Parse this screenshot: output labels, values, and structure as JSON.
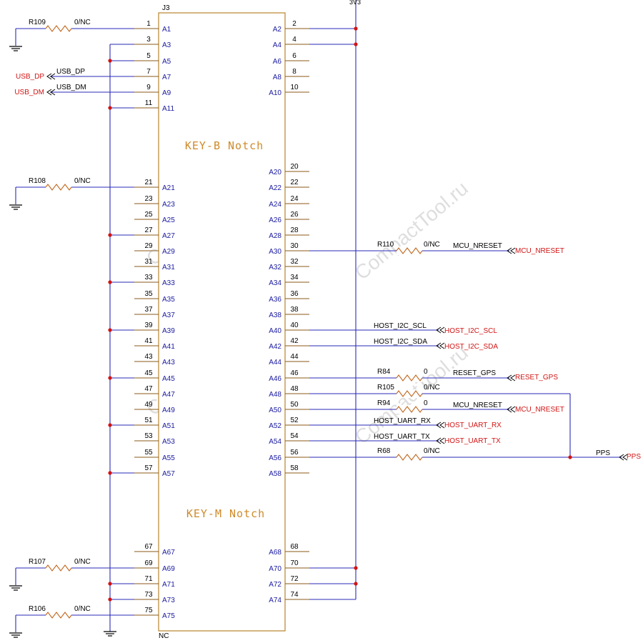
{
  "colors": {
    "wire": "#2a2ab8",
    "pin": "#8b5a1a",
    "body_border": "#b8842c",
    "body_fill": "#ffffff",
    "junction": "#d11414",
    "port_text": "#d11414",
    "notch_text": "#d08a2a",
    "ground": "#000000",
    "resistor": "#c0661c",
    "watermark": "#9a9a9a"
  },
  "connector": {
    "ref": "J3",
    "nc_label": "NC",
    "notch_b": "KEY-B Notch",
    "notch_m": "KEY-M Notch"
  },
  "power": {
    "label": "3V3"
  },
  "watermark": "CompactTool.ru",
  "left_pins": [
    {
      "num": "1",
      "name": "A1"
    },
    {
      "num": "3",
      "name": "A3"
    },
    {
      "num": "5",
      "name": "A5"
    },
    {
      "num": "7",
      "name": "A7"
    },
    {
      "num": "9",
      "name": "A9"
    },
    {
      "num": "11",
      "name": "A11"
    },
    {
      "num": "21",
      "name": "A21"
    },
    {
      "num": "23",
      "name": "A23"
    },
    {
      "num": "25",
      "name": "A25"
    },
    {
      "num": "27",
      "name": "A27"
    },
    {
      "num": "29",
      "name": "A29"
    },
    {
      "num": "31",
      "name": "A31"
    },
    {
      "num": "33",
      "name": "A33"
    },
    {
      "num": "35",
      "name": "A35"
    },
    {
      "num": "37",
      "name": "A37"
    },
    {
      "num": "39",
      "name": "A39"
    },
    {
      "num": "41",
      "name": "A41"
    },
    {
      "num": "43",
      "name": "A43"
    },
    {
      "num": "45",
      "name": "A45"
    },
    {
      "num": "47",
      "name": "A47"
    },
    {
      "num": "49",
      "name": "A49"
    },
    {
      "num": "51",
      "name": "A51"
    },
    {
      "num": "53",
      "name": "A53"
    },
    {
      "num": "55",
      "name": "A55"
    },
    {
      "num": "57",
      "name": "A57"
    },
    {
      "num": "67",
      "name": "A67"
    },
    {
      "num": "69",
      "name": "A69"
    },
    {
      "num": "71",
      "name": "A71"
    },
    {
      "num": "73",
      "name": "A73"
    },
    {
      "num": "75",
      "name": "A75"
    }
  ],
  "right_pins": [
    {
      "num": "2",
      "name": "A2"
    },
    {
      "num": "4",
      "name": "A4"
    },
    {
      "num": "6",
      "name": "A6"
    },
    {
      "num": "8",
      "name": "A8"
    },
    {
      "num": "10",
      "name": "A10"
    },
    {
      "num": "20",
      "name": "A20"
    },
    {
      "num": "22",
      "name": "A22"
    },
    {
      "num": "24",
      "name": "A24"
    },
    {
      "num": "26",
      "name": "A26"
    },
    {
      "num": "28",
      "name": "A28"
    },
    {
      "num": "30",
      "name": "A30"
    },
    {
      "num": "32",
      "name": "A32"
    },
    {
      "num": "34",
      "name": "A34"
    },
    {
      "num": "36",
      "name": "A36"
    },
    {
      "num": "38",
      "name": "A38"
    },
    {
      "num": "40",
      "name": "A40"
    },
    {
      "num": "42",
      "name": "A42"
    },
    {
      "num": "44",
      "name": "A44"
    },
    {
      "num": "46",
      "name": "A46"
    },
    {
      "num": "48",
      "name": "A48"
    },
    {
      "num": "50",
      "name": "A50"
    },
    {
      "num": "52",
      "name": "A52"
    },
    {
      "num": "54",
      "name": "A54"
    },
    {
      "num": "56",
      "name": "A56"
    },
    {
      "num": "58",
      "name": "A58"
    },
    {
      "num": "68",
      "name": "A68"
    },
    {
      "num": "70",
      "name": "A70"
    },
    {
      "num": "72",
      "name": "A72"
    },
    {
      "num": "74",
      "name": "A74"
    }
  ],
  "resistors": [
    {
      "ref": "R109",
      "value": "0/NC"
    },
    {
      "ref": "R108",
      "value": "0/NC"
    },
    {
      "ref": "R107",
      "value": "0/NC"
    },
    {
      "ref": "R106",
      "value": "0/NC"
    },
    {
      "ref": "R110",
      "value": "0/NC"
    },
    {
      "ref": "R84",
      "value": "0"
    },
    {
      "ref": "R105",
      "value": "0/NC"
    },
    {
      "ref": "R94",
      "value": "0"
    },
    {
      "ref": "R68",
      "value": "0/NC"
    }
  ],
  "nets": {
    "usb_dp": "USB_DP",
    "usb_dm": "USB_DM",
    "mcu_nreset": "MCU_NRESET",
    "i2c_scl": "HOST_I2C_SCL",
    "i2c_sda": "HOST_I2C_SDA",
    "reset_gps": "RESET_GPS",
    "uart_rx": "HOST_UART_RX",
    "uart_tx": "HOST_UART_TX",
    "pps": "PPS"
  },
  "ports": {
    "usb_dp": "USB_DP",
    "usb_dm": "USB_DM",
    "mcu_nreset_1": "MCU_NRESET",
    "i2c_scl": "HOST_I2C_SCL",
    "i2c_sda": "HOST_I2C_SDA",
    "reset_gps": "RESET_GPS",
    "mcu_nreset_2": "MCU_NRESET",
    "uart_rx": "HOST_UART_RX",
    "uart_tx": "HOST_UART_TX",
    "pps": "PPS"
  }
}
